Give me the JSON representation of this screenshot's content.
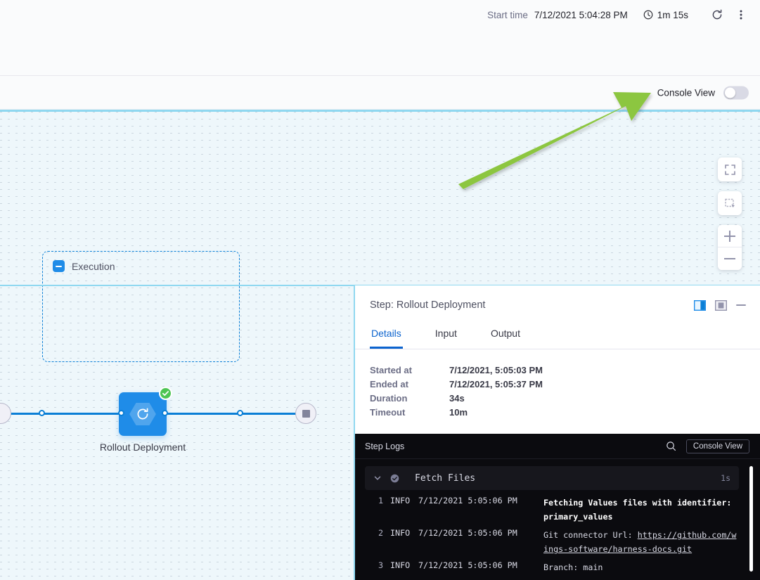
{
  "topbar": {
    "start_time_label": "Start time",
    "start_time_value": "7/12/2021 5:04:28 PM",
    "duration": "1m 15s",
    "clock_icon": "clock-icon",
    "refresh_icon": "refresh-icon",
    "more_icon": "more-vertical-icon"
  },
  "console_bar": {
    "label": "Console View",
    "toggle_state": "off"
  },
  "canvas": {
    "zoom_controls": [
      {
        "name": "fit-to-screen",
        "icon": "fit-screen-icon"
      },
      {
        "name": "selection-box",
        "icon": "selection-box-icon"
      },
      {
        "name": "zoom-in",
        "icon": "plus-icon"
      },
      {
        "name": "zoom-out",
        "icon": "minus-icon"
      }
    ],
    "annotation": {
      "type": "arrow",
      "color": "#8cc63f",
      "points_to": "console-view-toggle"
    }
  },
  "graph": {
    "group_label": "Execution",
    "group_collapse_icon": "minus-square-icon",
    "step": {
      "name": "Rollout Deployment",
      "icon": "rollout-deployment-icon",
      "status": "success",
      "status_icon": "check-circle-icon",
      "color": "#1f8ce8"
    },
    "end_node_icon": "stop-square-icon"
  },
  "panel": {
    "title": "Step: Rollout Deployment",
    "view_mode_icons": [
      {
        "name": "split-view-icon",
        "active": true
      },
      {
        "name": "card-view-icon",
        "active": false
      }
    ],
    "minimize_icon": "minimize-icon",
    "tabs": [
      {
        "label": "Details",
        "active": true
      },
      {
        "label": "Input",
        "active": false
      },
      {
        "label": "Output",
        "active": false
      }
    ],
    "details": [
      {
        "key": "Started at",
        "value": "7/12/2021, 5:05:03 PM"
      },
      {
        "key": "Ended at",
        "value": "7/12/2021, 5:05:37 PM"
      },
      {
        "key": "Duration",
        "value": "34s"
      },
      {
        "key": "Timeout",
        "value": "10m"
      }
    ]
  },
  "logs": {
    "title": "Step Logs",
    "search_icon": "search-icon",
    "console_view_button": "Console View",
    "section": {
      "name": "Fetch Files",
      "duration": "1s",
      "status": "success",
      "chevron_icon": "chevron-down-icon",
      "status_icon": "check-circle-icon"
    },
    "lines": [
      {
        "num": "1",
        "level": "INFO",
        "timestamp": "7/12/2021 5:05:06 PM",
        "message": "Fetching Values files with identifier: primary_values",
        "bold": true
      },
      {
        "num": "2",
        "level": "INFO",
        "timestamp": "7/12/2021 5:05:06 PM",
        "message": "Git connector Url: ",
        "link": "https://github.com/wings-software/harness-docs.git",
        "bold": false
      },
      {
        "num": "3",
        "level": "INFO",
        "timestamp": "7/12/2021 5:05:06 PM",
        "message": "Branch: main",
        "bold": false
      }
    ]
  }
}
